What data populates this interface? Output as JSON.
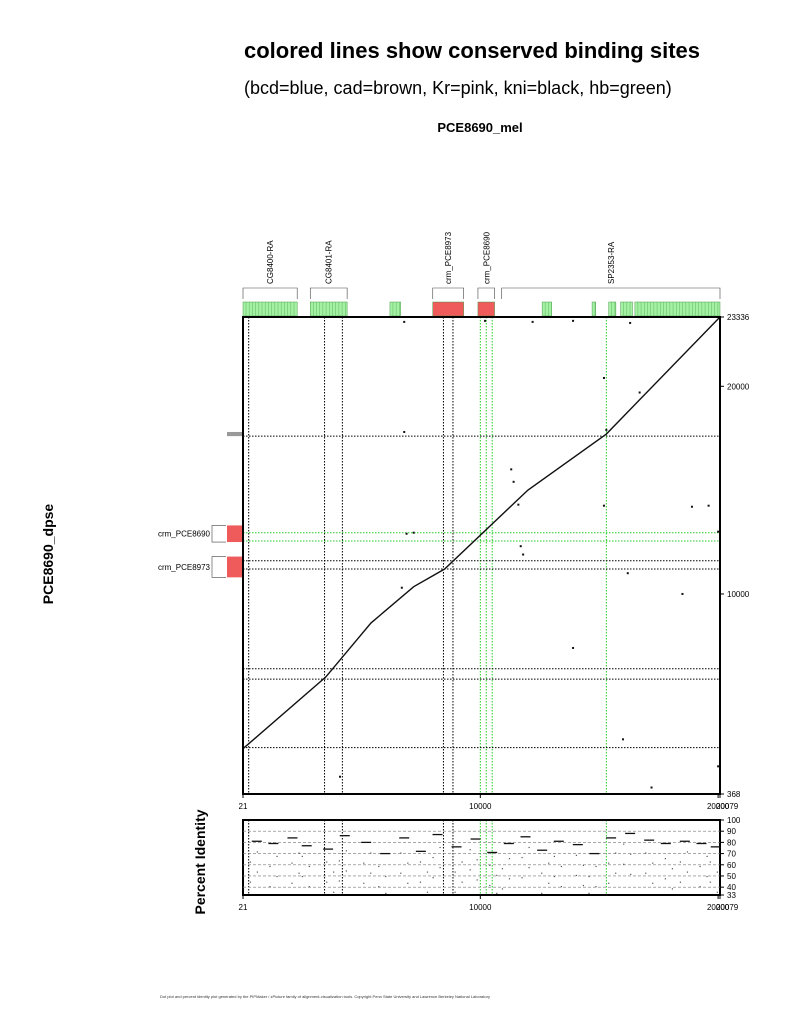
{
  "header": {
    "title": "colored lines show conserved binding sites",
    "subtitle": "(bcd=blue, cad=brown, Kr=pink, kni=black, hb=green)",
    "x_sequence": "PCE8690_mel",
    "y_sequence": "PCE8690_dpse",
    "identity_label": "Percent Identity"
  },
  "footer": {
    "text": "Dot plot and percent identity plot generated by the PIPMaker / zPicture family of alignment-visualization tools. Copyright Penn State University and Lawrence Berkeley National Laboratory"
  },
  "colors": {
    "gene_green": "#a4f0a4",
    "crm_red": "#ef5a5a",
    "hb_green": "#22cc22",
    "frame": "#000000"
  },
  "chart_data": [
    {
      "type": "scatter",
      "subtype": "dotplot",
      "xlim": [
        21,
        20079
      ],
      "ylim": [
        368,
        23336
      ],
      "x_ticks": [
        {
          "value": 21,
          "label": "21"
        },
        {
          "value": 10000,
          "label": "10000"
        },
        {
          "value": 20000,
          "label": "20000"
        },
        {
          "value": 20079,
          "label": "20079"
        }
      ],
      "y_ticks": [
        {
          "value": 368,
          "label": "368"
        },
        {
          "value": 10000,
          "label": "10000"
        },
        {
          "value": 20000,
          "label": "20000"
        },
        {
          "value": 23336,
          "label": "23336"
        }
      ],
      "x_features": [
        {
          "label": "CG8400-RA",
          "start": 21,
          "end": 2300,
          "color": "#a4f0a4",
          "exons": [
            [
              21,
              2300
            ]
          ]
        },
        {
          "label": "CG8401-RA",
          "start": 2850,
          "end": 4400,
          "color": "#a4f0a4",
          "exons": [
            [
              2850,
              4400
            ]
          ]
        },
        {
          "label": "crm_PCE8973",
          "start": 8000,
          "end": 9300,
          "color": "#ef5a5a",
          "exons": [
            [
              8000,
              9300
            ]
          ]
        },
        {
          "label": "crm_PCE8690",
          "start": 9900,
          "end": 10600,
          "color": "#ef5a5a",
          "exons": [
            [
              9900,
              10600
            ]
          ]
        },
        {
          "label": "SP2353-RA",
          "start": 10900,
          "end": 20079,
          "color": "#a4f0a4",
          "exons": [
            [
              6200,
              6650
            ],
            [
              12600,
              13000
            ],
            [
              14700,
              14850
            ],
            [
              15400,
              15700
            ],
            [
              15900,
              16400
            ],
            [
              16500,
              20079
            ]
          ]
        }
      ],
      "y_features": [
        {
          "label": "crm_PCE8690",
          "start": 12500,
          "end": 13300,
          "color": "#ef5a5a"
        },
        {
          "label": "crm_PCE8973",
          "start": 10800,
          "end": 11800,
          "color": "#ef5a5a"
        },
        {
          "label": "",
          "start": 17600,
          "end": 17800,
          "color": "#999999"
        }
      ],
      "x_guides": [
        {
          "value": 260,
          "color": "#000000"
        },
        {
          "value": 3450,
          "color": "#000000"
        },
        {
          "value": 4200,
          "color": "#000000"
        },
        {
          "value": 8450,
          "color": "#000000"
        },
        {
          "value": 8850,
          "color": "#000000"
        },
        {
          "value": 10000,
          "color": "#22cc22"
        },
        {
          "value": 10250,
          "color": "#22cc22"
        },
        {
          "value": 10500,
          "color": "#22cc22"
        },
        {
          "value": 15300,
          "color": "#22cc22"
        }
      ],
      "y_guides": [
        {
          "value": 17600,
          "color": "#000000"
        },
        {
          "value": 12550,
          "color": "#22cc22"
        },
        {
          "value": 12950,
          "color": "#22cc22"
        },
        {
          "value": 11600,
          "color": "#000000"
        },
        {
          "value": 11200,
          "color": "#000000"
        },
        {
          "value": 6400,
          "color": "#000000"
        },
        {
          "value": 5900,
          "color": "#000000"
        },
        {
          "value": 2600,
          "color": "#000000"
        }
      ],
      "diagonal": [
        [
          21,
          2550
        ],
        [
          3500,
          6000
        ],
        [
          5400,
          8600
        ],
        [
          7200,
          10350
        ],
        [
          8500,
          11200
        ],
        [
          12000,
          15000
        ],
        [
          15300,
          17700
        ],
        [
          20079,
          23336
        ]
      ],
      "dots": [
        [
          6800,
          23100
        ],
        [
          10200,
          23150
        ],
        [
          12200,
          23100
        ],
        [
          13900,
          23150
        ],
        [
          16300,
          23050
        ],
        [
          15200,
          20400
        ],
        [
          16700,
          19700
        ],
        [
          15300,
          17900
        ],
        [
          6800,
          17800
        ],
        [
          11300,
          16000
        ],
        [
          11400,
          15400
        ],
        [
          11600,
          14300
        ],
        [
          15200,
          14250
        ],
        [
          18900,
          14200
        ],
        [
          19600,
          14250
        ],
        [
          20000,
          13000
        ],
        [
          6900,
          12900
        ],
        [
          7200,
          12950
        ],
        [
          11700,
          12300
        ],
        [
          11800,
          11900
        ],
        [
          16200,
          11000
        ],
        [
          6700,
          10300
        ],
        [
          18500,
          10000
        ],
        [
          13900,
          7400
        ],
        [
          16000,
          3000
        ],
        [
          4100,
          1200
        ],
        [
          17200,
          680
        ],
        [
          20000,
          1700
        ]
      ]
    },
    {
      "type": "scatter",
      "subtype": "percent-identity",
      "xlim": [
        21,
        20079
      ],
      "ylim": [
        33,
        100
      ],
      "x_ticks": [
        {
          "value": 21,
          "label": "21"
        },
        {
          "value": 10000,
          "label": "10000"
        },
        {
          "value": 20000,
          "label": "20000"
        },
        {
          "value": 20079,
          "label": "20079"
        }
      ],
      "y_ticks": [
        {
          "value": 100,
          "label": "100"
        },
        {
          "value": 90,
          "label": "90"
        },
        {
          "value": 80,
          "label": "80"
        },
        {
          "value": 70,
          "label": "70"
        },
        {
          "value": 60,
          "label": "60"
        },
        {
          "value": 50,
          "label": "50"
        },
        {
          "value": 40,
          "label": "40"
        },
        {
          "value": 33,
          "label": "33"
        }
      ],
      "gridlines": [
        90,
        80,
        70,
        60,
        50,
        40
      ],
      "segments": [
        [
          [
            600,
            81
          ],
          [
            1300,
            79
          ],
          [
            2100,
            84
          ],
          [
            2700,
            77
          ],
          [
            3600,
            74
          ],
          [
            4300,
            86
          ],
          [
            5200,
            80
          ],
          [
            6000,
            70
          ],
          [
            6800,
            84
          ],
          [
            7500,
            72
          ],
          [
            8200,
            87
          ],
          [
            9000,
            76
          ],
          [
            9800,
            83
          ],
          [
            10500,
            71
          ],
          [
            11200,
            79
          ],
          [
            11900,
            85
          ],
          [
            12600,
            73
          ],
          [
            13300,
            81
          ],
          [
            14100,
            78
          ],
          [
            14800,
            70
          ],
          [
            15500,
            84
          ],
          [
            16300,
            88
          ],
          [
            17100,
            82
          ],
          [
            17800,
            79
          ],
          [
            18600,
            81
          ],
          [
            19300,
            79
          ],
          [
            19900,
            76
          ]
        ]
      ]
    }
  ]
}
